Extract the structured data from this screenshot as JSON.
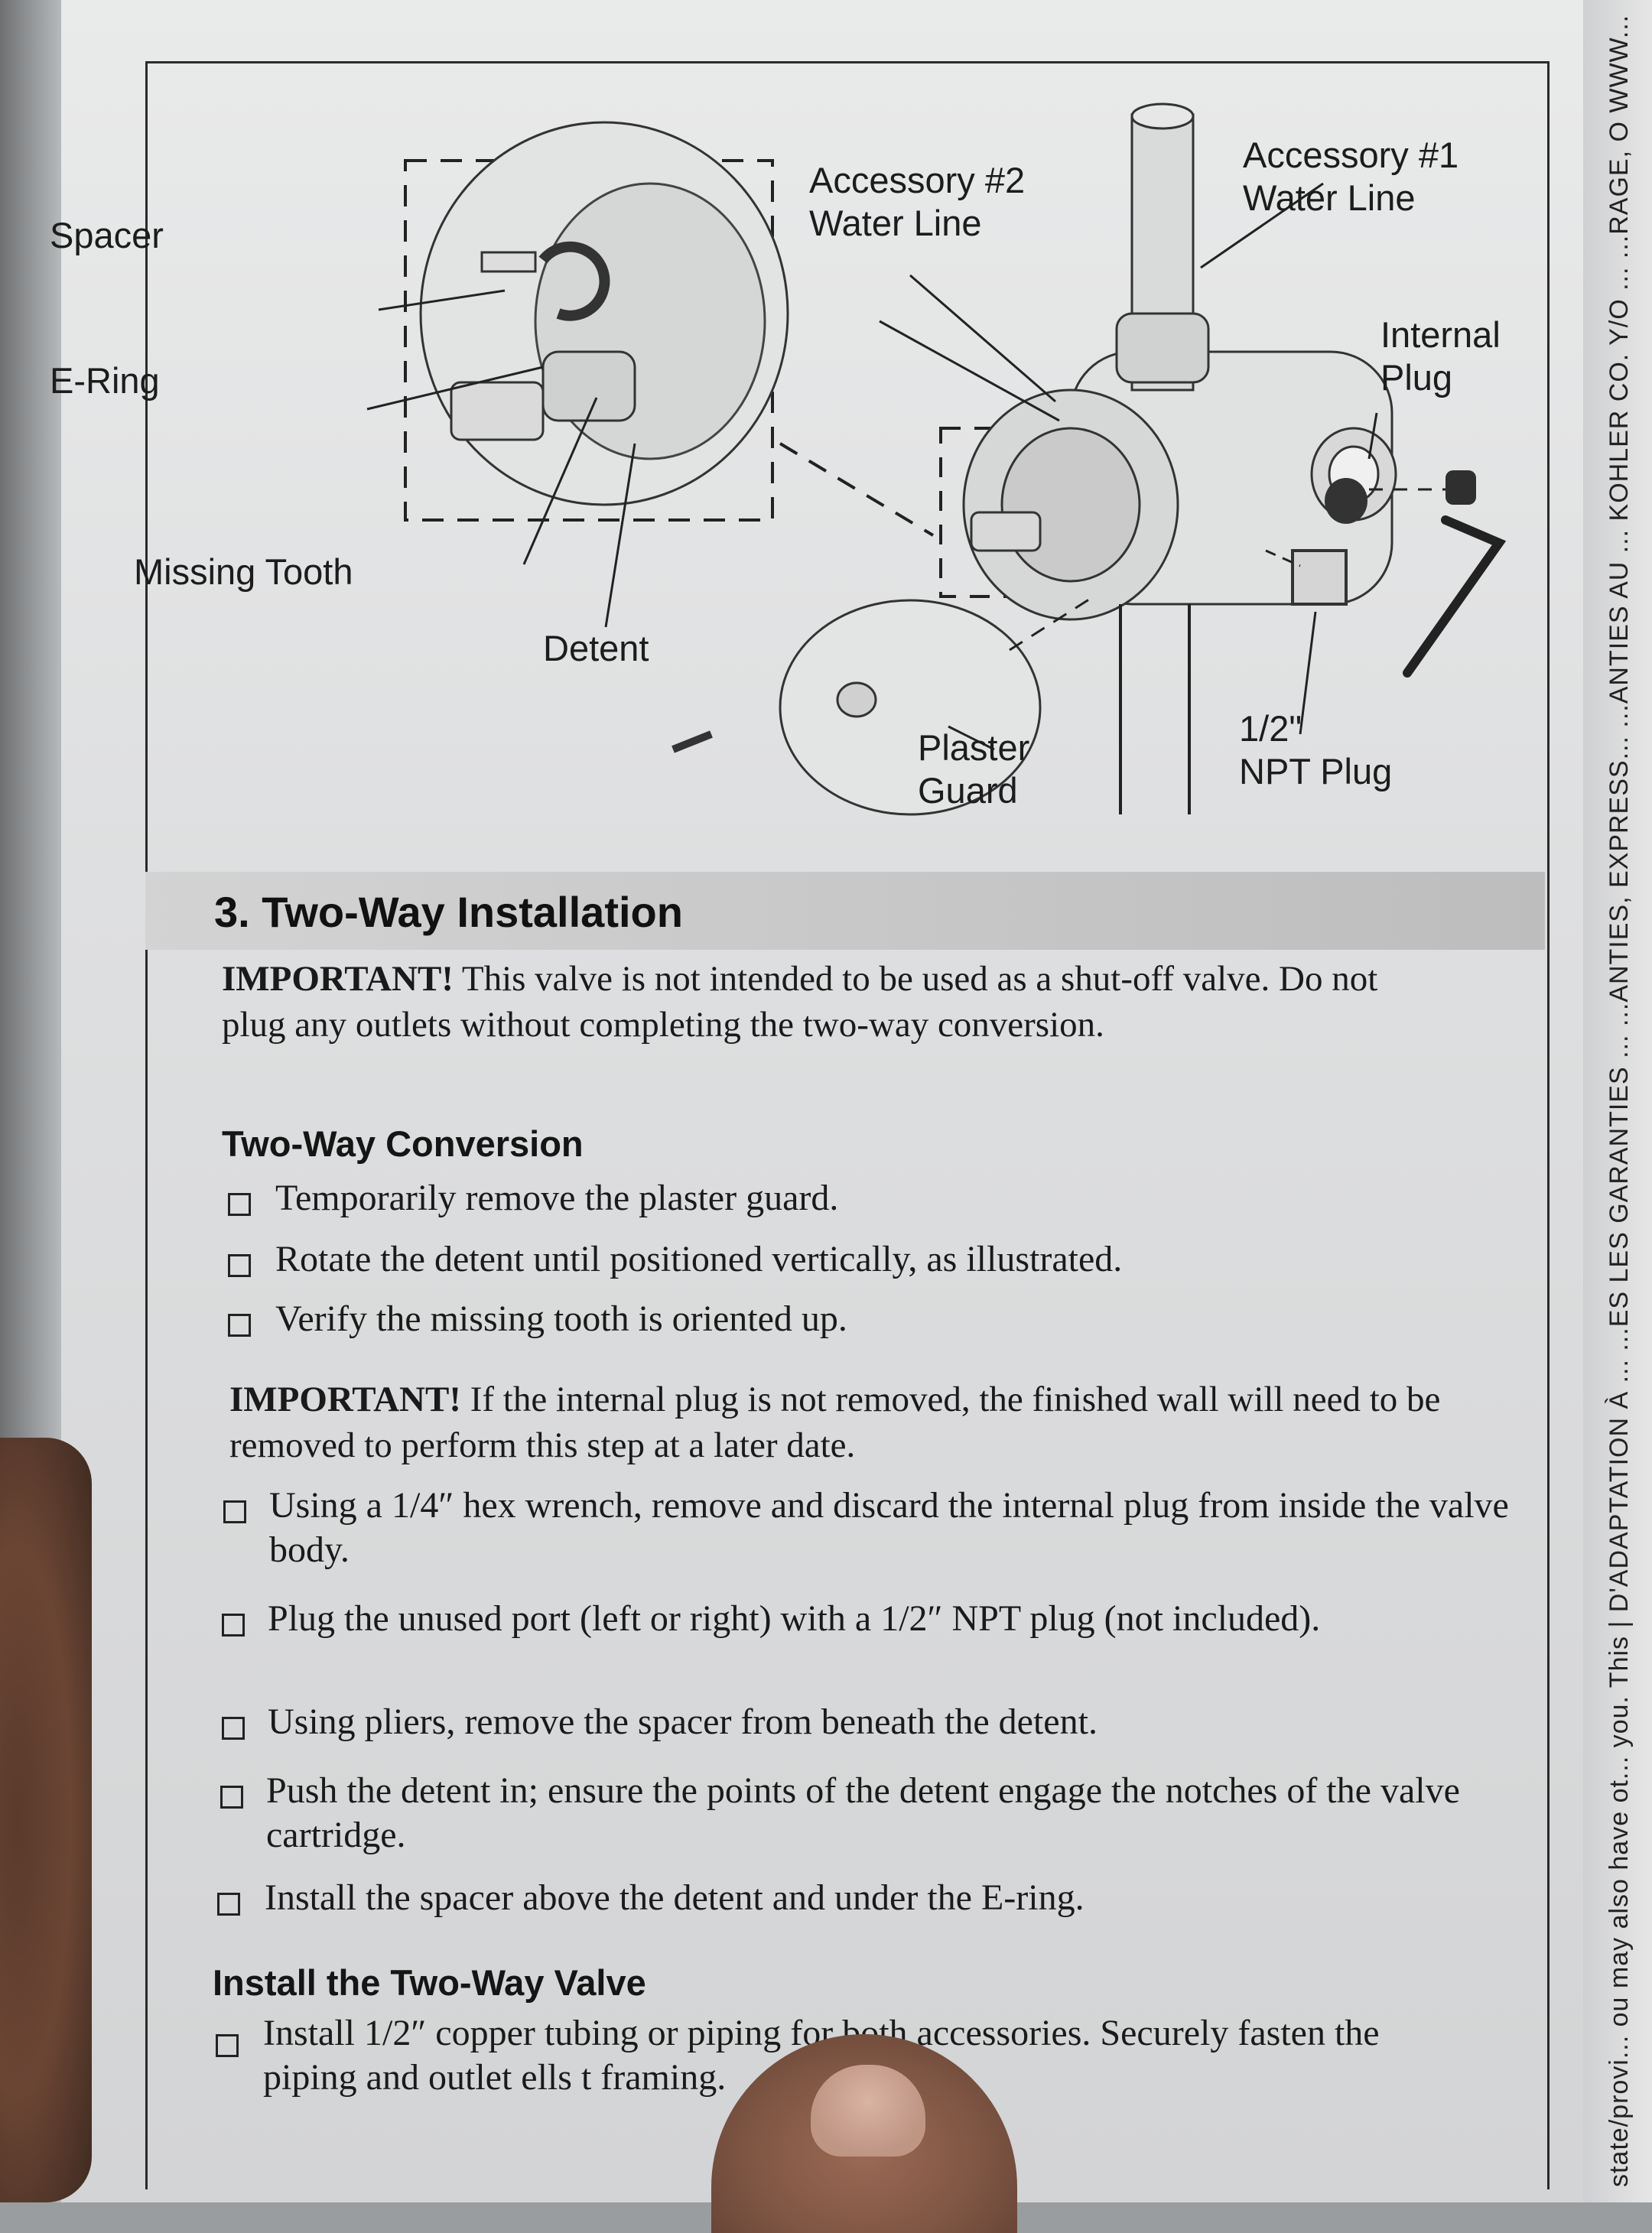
{
  "diagram": {
    "labels": {
      "accessory2": "Accessory #2\nWater Line",
      "accessory1": "Accessory #1\nWater Line",
      "spacer": "Spacer",
      "e_ring": "E-Ring",
      "internal_plug": "Internal\nPlug",
      "missing_tooth": "Missing Tooth",
      "detent": "Detent",
      "plaster_guard": "Plaster\nGuard",
      "npt_plug": "1/2\"\nNPT Plug"
    }
  },
  "section": {
    "title": "3. Two-Way Installation",
    "important_lead": "IMPORTANT!",
    "important_text": " This valve is not intended to be used as a shut-off valve. Do not plug any outlets without completing the two-way conversion."
  },
  "conversion": {
    "heading": "Two-Way Conversion",
    "steps": [
      "Temporarily remove the plaster guard.",
      "Rotate the detent until positioned vertically, as illustrated.",
      "Verify the missing tooth is oriented up."
    ],
    "important_lead": "IMPORTANT!",
    "important_text": " If the internal plug is not removed, the finished wall will need to be removed to perform this step at a later date.",
    "more_steps": [
      "Using a 1/4″ hex wrench, remove and discard the internal plug from inside the valve body.",
      "Plug the unused port (left or right) with a 1/2″ NPT plug (not included).",
      "Using pliers, remove the spacer from beneath the detent.",
      "Push the detent in; ensure the points of the detent engage the notches of the valve cartridge.",
      "Install the spacer above the detent and under the E-ring."
    ]
  },
  "install": {
    "heading": "Install the Two-Way Valve",
    "steps": [
      "Install 1/2″ copper tubing or piping for both accessories. Securely fasten the piping and outlet ells t        framing."
    ]
  },
  "side_text": "state/provi... ou may also have ot... you. This | D'ADAPTATION À ... ...ES LES GARANTIES ... ...ANTIES, EXPRESS... ...ANTIES AU ... KOHLER CO. Y/O ... ...RAGE, O WWW..."
}
